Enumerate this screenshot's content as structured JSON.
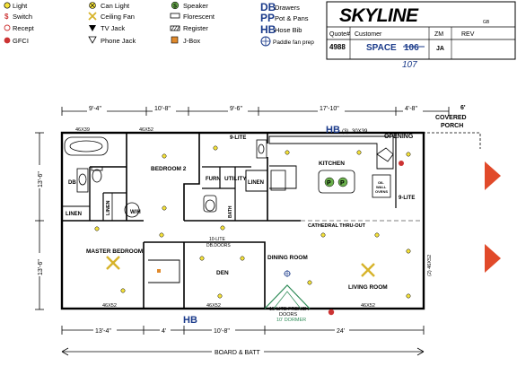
{
  "legend": {
    "col1": [
      {
        "icon": "light-icon",
        "label": "Light"
      },
      {
        "icon": "switch-icon",
        "label": "Switch"
      },
      {
        "icon": "receptacle-icon",
        "label": "Recept"
      },
      {
        "icon": "gfci-icon",
        "label": "GFCI"
      }
    ],
    "col2": [
      {
        "icon": "can-light-icon",
        "label": "Can Light"
      },
      {
        "icon": "ceiling-fan-icon",
        "label": "Ceiling Fan"
      },
      {
        "icon": "tv-jack-icon",
        "label": "TV Jack"
      },
      {
        "icon": "phone-jack-icon",
        "label": "Phone Jack"
      }
    ],
    "col3": [
      {
        "icon": "speaker-icon",
        "label": "Speaker"
      },
      {
        "icon": "florescent-icon",
        "label": "Florescent"
      },
      {
        "icon": "register-icon",
        "label": "Register"
      },
      {
        "icon": "jbox-icon",
        "label": "J-Box"
      }
    ],
    "col4": [
      {
        "abbr": "DB",
        "label": "Drawers"
      },
      {
        "abbr": "PP",
        "label": "Pot & Pans"
      },
      {
        "abbr": "HB",
        "label": "Hose Bib"
      },
      {
        "abbr": "",
        "label": "Paddle fan prep"
      }
    ]
  },
  "title_block": {
    "brand": "SKYLINE",
    "brand_mark": "GB",
    "quote_label": "Quote#",
    "customer_label": "Customer",
    "zm_label": "ZM",
    "rev_label": "REV",
    "quote_value": "4988",
    "space_label": "SPACE",
    "space_struck": "106",
    "space_handwritten": "107",
    "zm_value": "JA"
  },
  "dimensions": {
    "top": [
      "9'-4\"",
      "10'-8\"",
      "9'-6\"",
      "17'-10\"",
      "4'-8\""
    ],
    "bottom": [
      "13'-4\"",
      "4'",
      "10'-8\"",
      "24'"
    ],
    "left": [
      "13'-6\"",
      "13'-6\""
    ],
    "right_window": "(2) 46X52",
    "porch": [
      "6'",
      "COVERED",
      "PORCH"
    ]
  },
  "rooms": {
    "bedroom2": "BEDROOM 2",
    "master": "MASTER BEDROOM",
    "den": "DEN",
    "kitchen": "KITCHEN",
    "dining": "DINING ROOM",
    "living": "LIVING ROOM",
    "utility": "UTILITY",
    "furn": "FURN",
    "linen1": "LINEN",
    "linen2": "LINEN",
    "linen3": "LINEN",
    "db": "DB",
    "wh": "W/H",
    "bath": "BATH",
    "opening": "OPENING",
    "hb_top": "HB",
    "hb_top_size": "30X39",
    "hb_top_prefix": "(3)",
    "hb_bottom": "HB",
    "lite9_top": "9-LITE",
    "lite9_kitchen": "9-LITE",
    "cathedral": "CATHEDRAL THRU-OUT",
    "den_doors1": "10-LITE",
    "den_doors2": "DB.DOORS",
    "french1": "15-LITE FRENCH",
    "french2": "DOORS",
    "dormer": "10' DORMER",
    "oil_wall1": "OIL",
    "oil_wall2": "WALL",
    "oil_wall3": "OVENS",
    "pp": "P"
  },
  "windows": {
    "w1": "46X39",
    "w2": "46X52",
    "w3": "46X52",
    "w4": "46X52",
    "w5": "46X52"
  },
  "board_batt": "BOARD & BATT"
}
